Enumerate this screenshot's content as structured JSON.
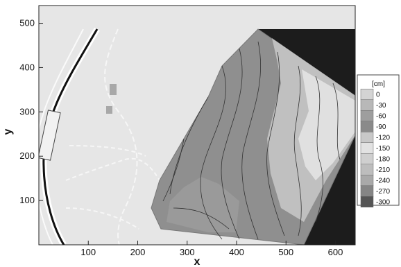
{
  "chart_data": {
    "type": "contour-map",
    "xlabel": "x",
    "ylabel": "y",
    "xlim": [
      0,
      640
    ],
    "ylim": [
      0,
      540
    ],
    "xticks": [
      100,
      200,
      300,
      400,
      500,
      600
    ],
    "yticks": [
      100,
      200,
      300,
      400,
      500
    ],
    "legend": {
      "title": "[cm]",
      "placement": "right",
      "levels": [
        "0",
        "-30",
        "-60",
        "-90",
        "-120",
        "-150",
        "-180",
        "-210",
        "-240",
        "-270",
        "-300"
      ],
      "colors": [
        "#d4d4d4",
        "#b8b8b8",
        "#9e9e9e",
        "#8a8a8a",
        "#c8c8c8",
        "#e2e2e2",
        "#cfcfcf",
        "#bdbdbd",
        "#a9a9a9",
        "#858585",
        "#555555"
      ]
    }
  }
}
